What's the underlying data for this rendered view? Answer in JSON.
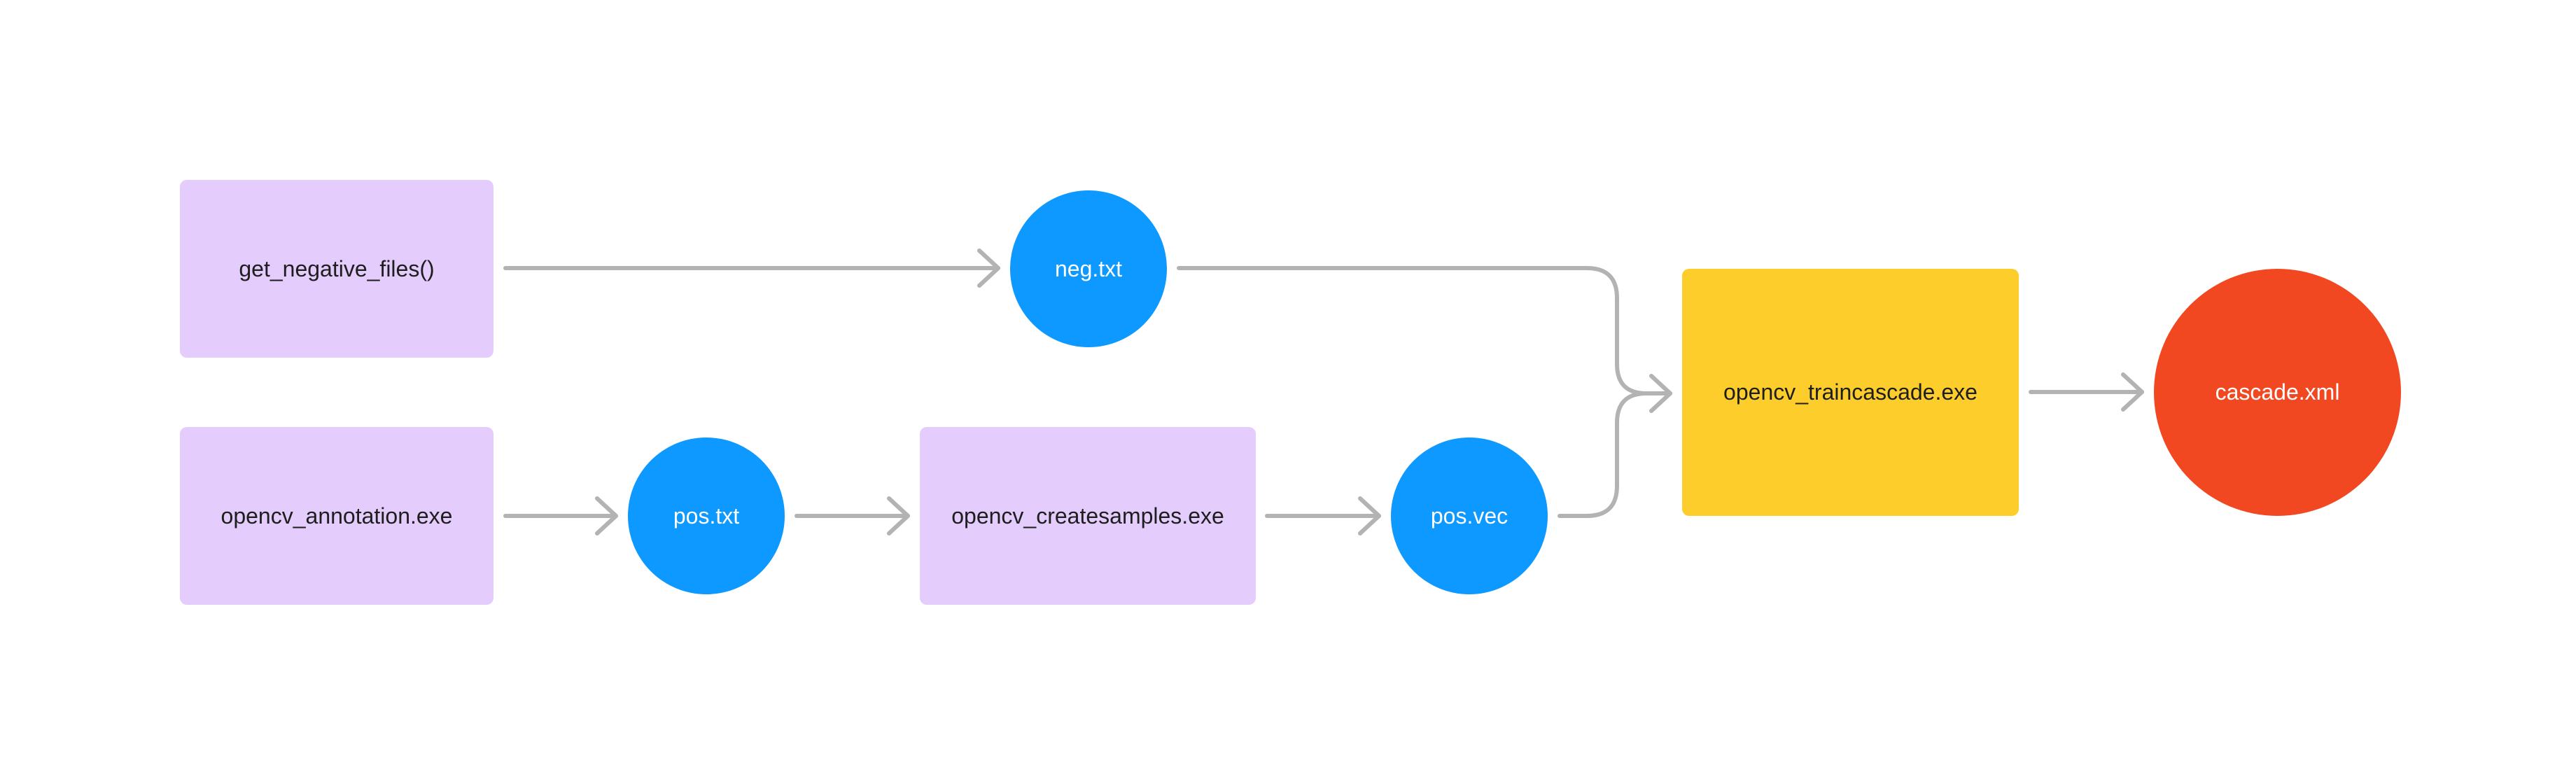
{
  "diagram": {
    "nodes": {
      "get_negative_files": "get_negative_files()",
      "opencv_annotation": "opencv_annotation.exe",
      "pos_txt": "pos.txt",
      "opencv_createsamples": "opencv_createsamples.exe",
      "neg_txt": "neg.txt",
      "pos_vec": "pos.vec",
      "opencv_traincascade": "opencv_traincascade.exe",
      "cascade_xml": "cascade.xml"
    },
    "edges": [
      {
        "from": "get_negative_files",
        "to": "neg_txt"
      },
      {
        "from": "opencv_annotation",
        "to": "pos_txt"
      },
      {
        "from": "pos_txt",
        "to": "opencv_createsamples"
      },
      {
        "from": "opencv_createsamples",
        "to": "pos_vec"
      },
      {
        "from": "neg_txt",
        "to": "opencv_traincascade"
      },
      {
        "from": "pos_vec",
        "to": "opencv_traincascade"
      },
      {
        "from": "opencv_traincascade",
        "to": "cascade_xml"
      }
    ]
  },
  "colors": {
    "process_box": "#e4ccfc",
    "file_circle": "#0d99ff",
    "train_box": "#fdcd2b",
    "output_circle": "#f24822",
    "connector": "#b3b3b3"
  }
}
